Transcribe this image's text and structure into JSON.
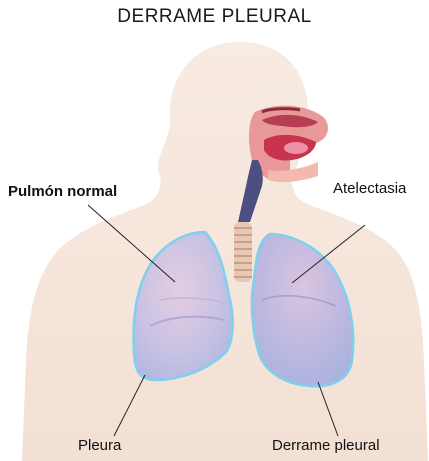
{
  "title": "DERRAME PLEURAL",
  "labels": {
    "normal_lung": "Pulmón normal",
    "atelectasis": "Atelectasia",
    "pleura": "Pleura",
    "pleural_effusion": "Derrame pleural"
  },
  "colors": {
    "skin": "#f6e6dc",
    "lung": "#c9c4e4",
    "lung_outline": "#7fd0ee",
    "effusion": "#a9d6f0",
    "trachea": "#5a5c8a",
    "mouth": "#c0324a"
  }
}
